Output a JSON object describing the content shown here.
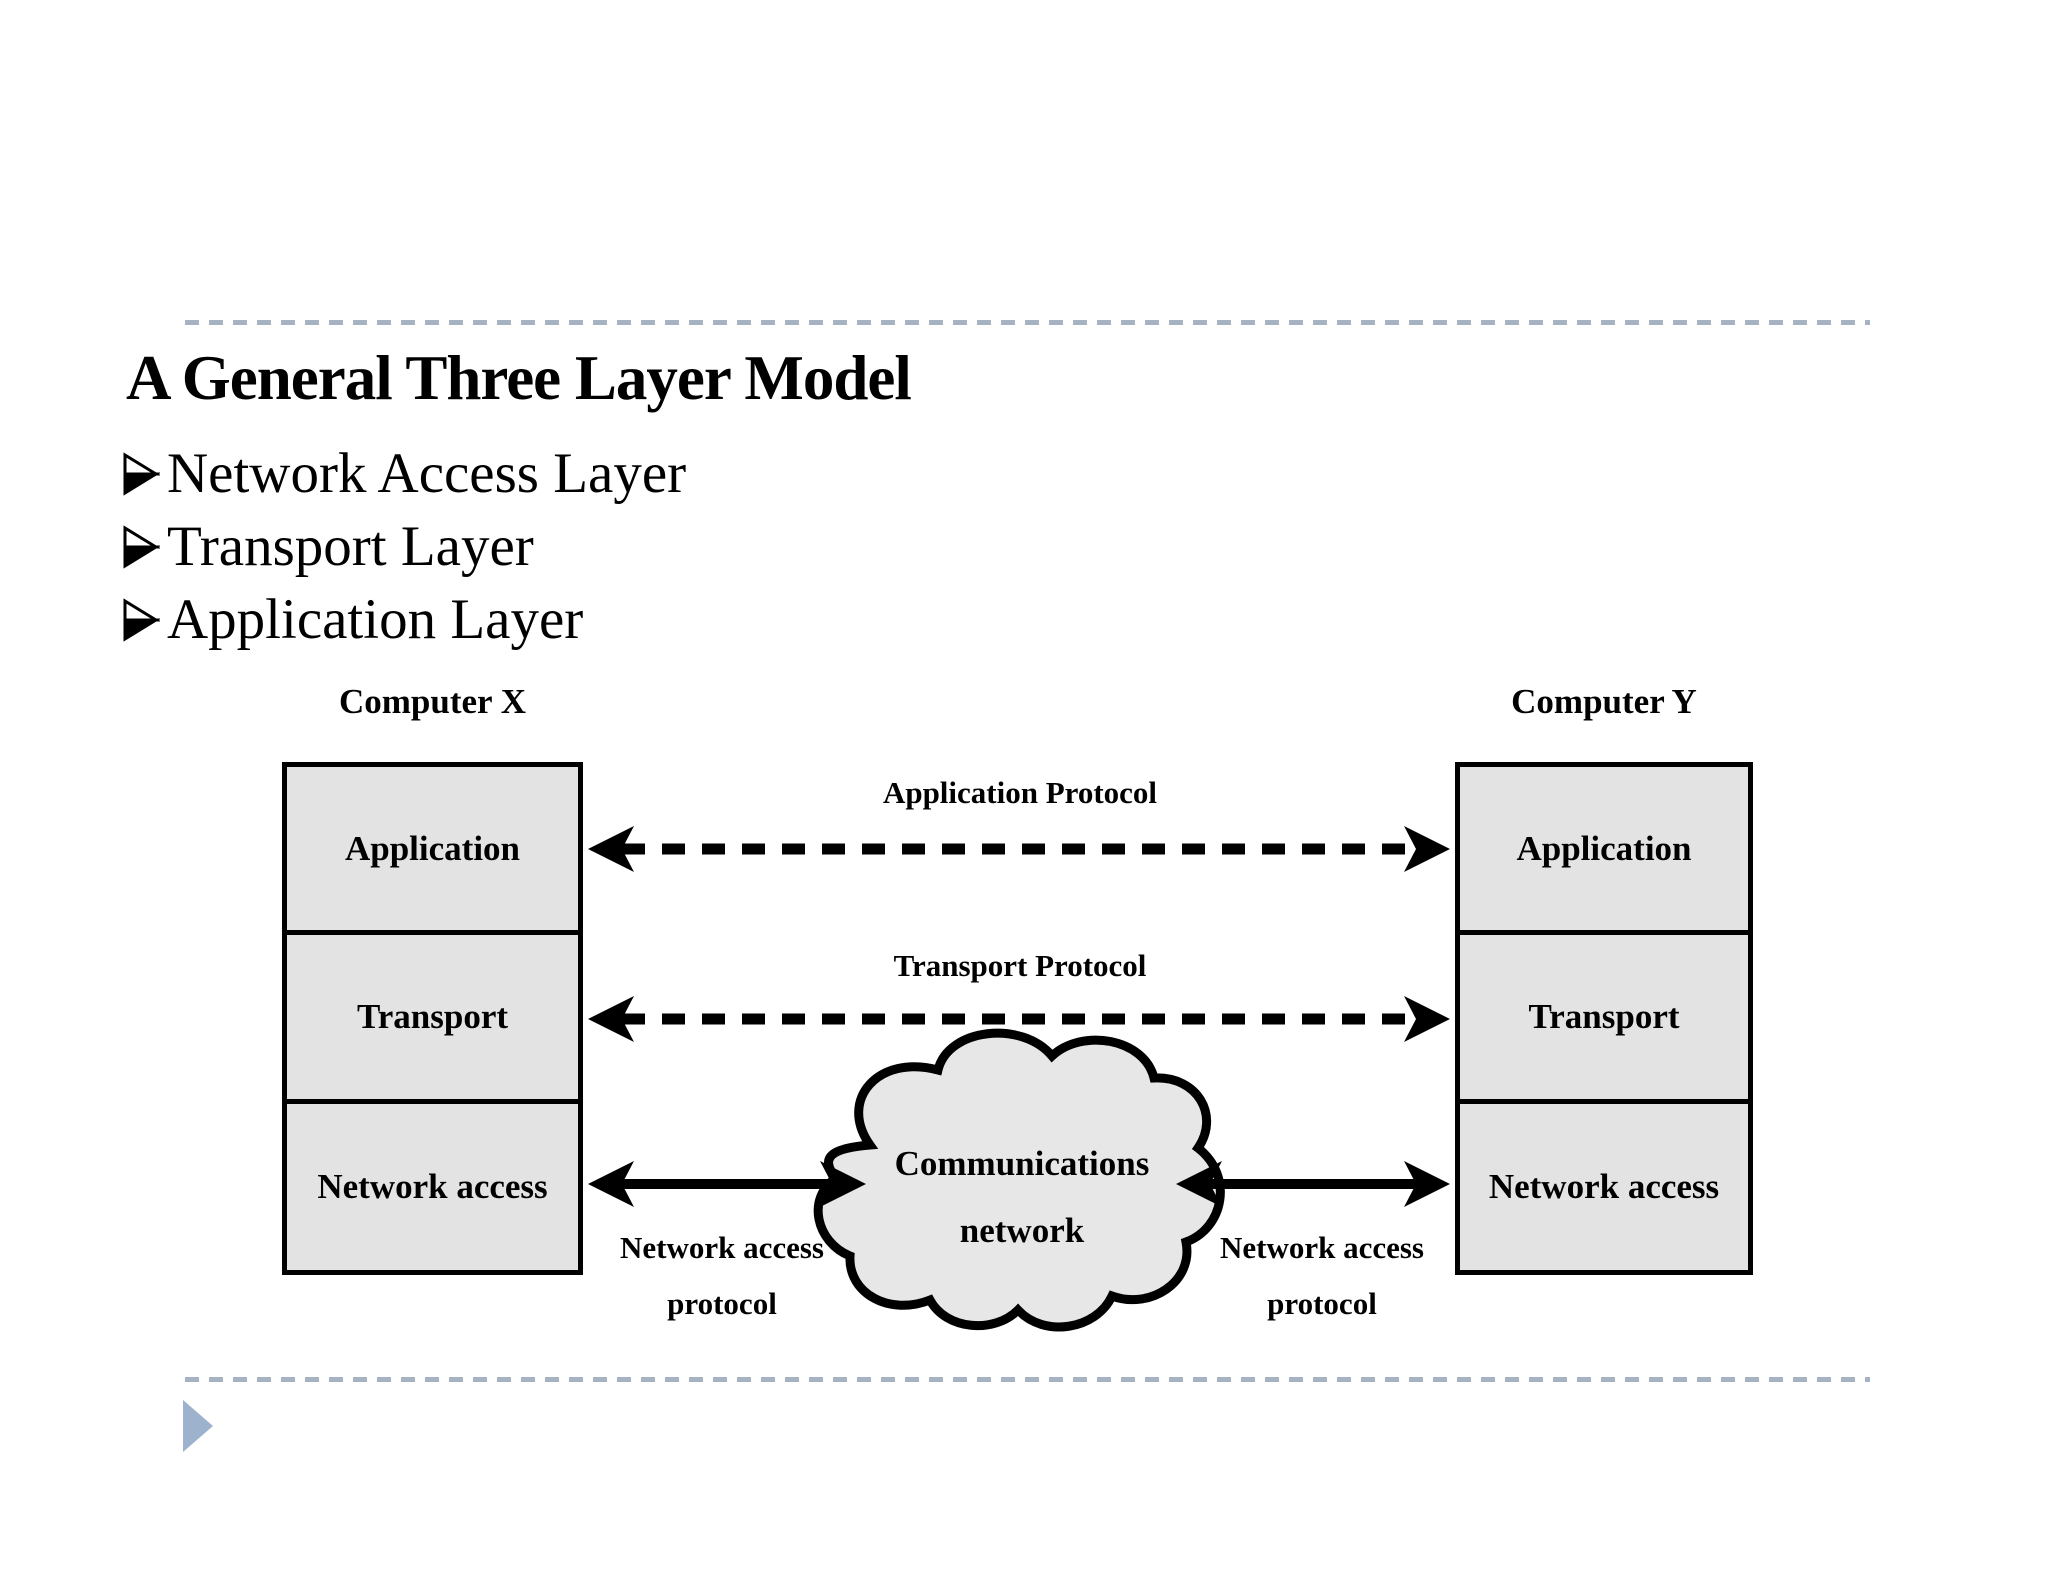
{
  "slide": {
    "title": "A General Three Layer Model",
    "bullet_glyph": "➢",
    "bullets": [
      "Network Access Layer",
      "Transport Layer",
      "Application Layer"
    ]
  },
  "diagram": {
    "computer_x_label": "Computer X",
    "computer_y_label": "Computer Y",
    "layers": [
      "Application",
      "Transport",
      "Network access"
    ],
    "protocols": {
      "application": "Application Protocol",
      "transport": "Transport Protocol",
      "network_access_line1": "Network access",
      "network_access_line2": "protocol"
    },
    "cloud": {
      "line1": "Communications",
      "line2": "network"
    }
  },
  "colors": {
    "background": "#ffffff",
    "text": "#000000",
    "box_fill": "#e3e3e3",
    "box_border": "#000000",
    "cloud_fill": "#e7e7e7",
    "arrow": "#000000",
    "dashed_guide": "#a5b3c3",
    "footer_triangle": "#9db2cc"
  }
}
